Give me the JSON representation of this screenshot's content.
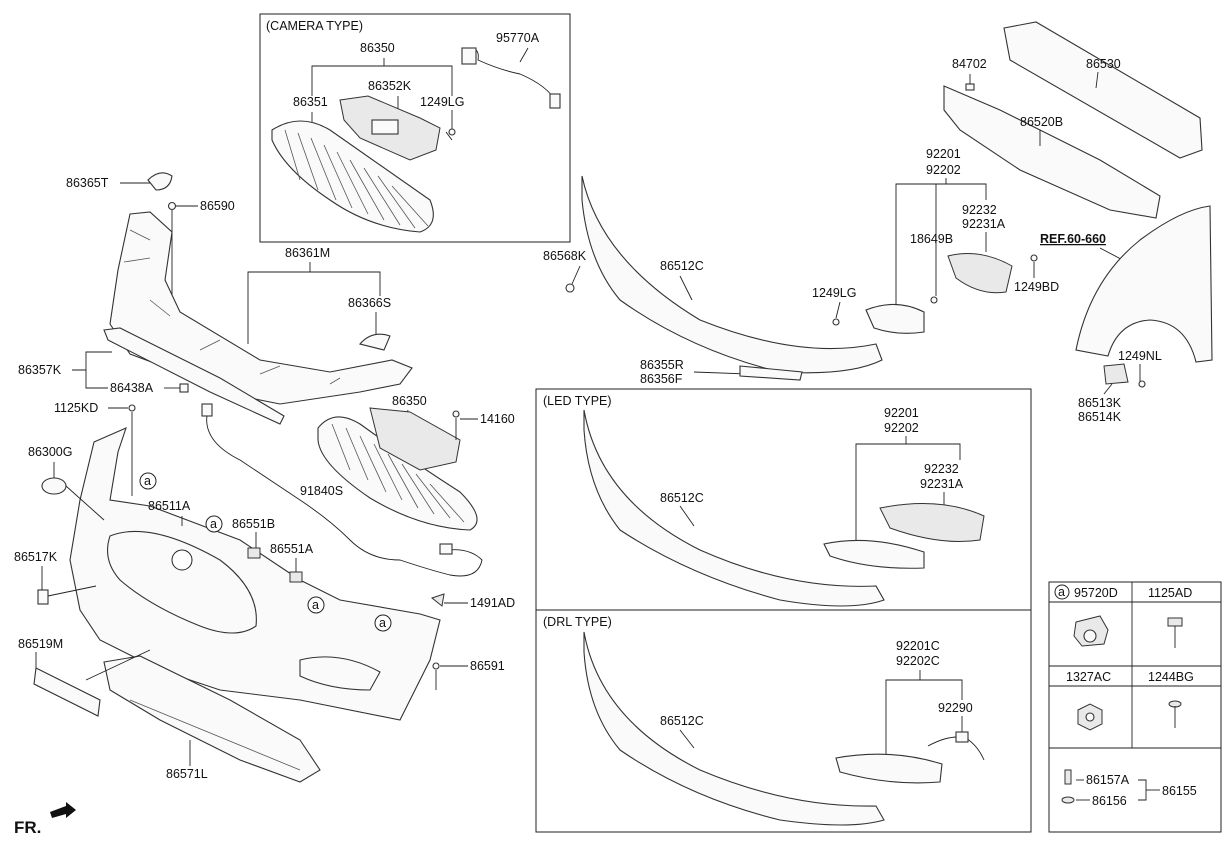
{
  "sections": {
    "camera_type": "(CAMERA TYPE)",
    "led_type": "(LED TYPE)",
    "drl_type": "(DRL TYPE)"
  },
  "labels": {
    "p86350_top": "86350",
    "p95770A": "95770A",
    "p86352K": "86352K",
    "p86351": "86351",
    "p1249LG_top": "1249LG",
    "p86365T": "86365T",
    "p86590": "86590",
    "p86361M": "86361M",
    "p86366S": "86366S",
    "p86357K": "86357K",
    "p86438A": "86438A",
    "p1125KD": "1125KD",
    "p86350_mid": "86350",
    "p14160": "14160",
    "p86300G": "86300G",
    "p91840S": "91840S",
    "p86511A": "86511A",
    "p86551B": "86551B",
    "p86551A": "86551A",
    "p86517K": "86517K",
    "p1491AD": "1491AD",
    "p86519M": "86519M",
    "p86591": "86591",
    "p86571L": "86571L",
    "p86530": "86530",
    "p84702": "84702",
    "p86520B": "86520B",
    "p92201_top": "92201",
    "p92202_top": "92202",
    "p92232_top": "92232",
    "p92231A_top": "92231A",
    "p18649B": "18649B",
    "p1249BD": "1249BD",
    "ref": "REF.60-660",
    "p86568K": "86568K",
    "p86512C_top": "86512C",
    "p1249LG_mid": "1249LG",
    "p86355R": "86355R",
    "p86356F": "86356F",
    "p1249NL": "1249NL",
    "p86513K": "86513K",
    "p86514K": "86514K",
    "p92201_led": "92201",
    "p92202_led": "92202",
    "p92232_led": "92232",
    "p92231A_led": "92231A",
    "p86512C_led": "86512C",
    "p92201C": "92201C",
    "p92202C": "92202C",
    "p92290": "92290",
    "p86512C_drl": "86512C",
    "fr": "FR."
  },
  "circle_marker": "a",
  "legend": {
    "cells": [
      {
        "marker": "a",
        "code": "95720D"
      },
      {
        "code": "1125AD"
      },
      {
        "code": "1327AC"
      },
      {
        "code": "1244BG"
      }
    ],
    "kit": {
      "a": "86157A",
      "b": "86156",
      "result": "86155"
    }
  }
}
